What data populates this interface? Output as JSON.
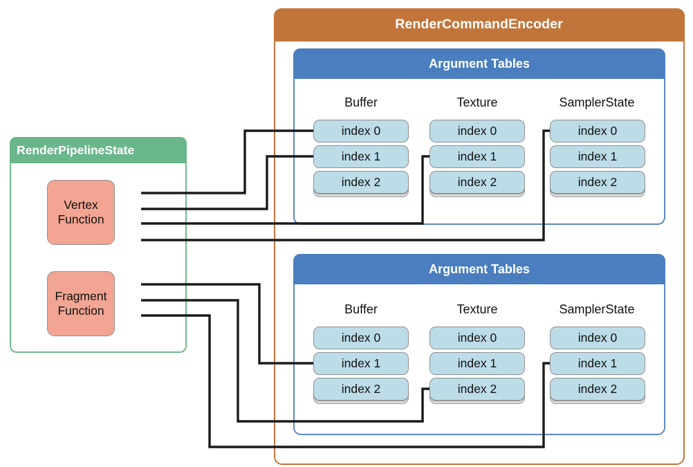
{
  "encoder": {
    "title": "RenderCommandEncoder",
    "color": "#C1753A"
  },
  "pipeline": {
    "title": "RenderPipelineState",
    "color": "#69B78A",
    "functions": [
      {
        "name": "vertex-function",
        "line1": "Vertex",
        "line2": "Function"
      },
      {
        "name": "fragment-function",
        "line1": "Fragment",
        "line2": "Function"
      }
    ]
  },
  "argument_tables": [
    {
      "title": "Argument Tables",
      "color": "#4A7EBE",
      "columns": [
        {
          "header": "Buffer",
          "entries": [
            "index 0",
            "index 1",
            "index 2"
          ]
        },
        {
          "header": "Texture",
          "entries": [
            "index 0",
            "index 1",
            "index 2"
          ]
        },
        {
          "header": "SamplerState",
          "entries": [
            "index 0",
            "index 1",
            "index 2"
          ]
        }
      ]
    },
    {
      "title": "Argument Tables",
      "color": "#4A7EBE",
      "columns": [
        {
          "header": "Buffer",
          "entries": [
            "index 0",
            "index 1",
            "index 2"
          ]
        },
        {
          "header": "Texture",
          "entries": [
            "index 0",
            "index 1",
            "index 2"
          ]
        },
        {
          "header": "SamplerState",
          "entries": [
            "index 0",
            "index 1",
            "index 2"
          ]
        }
      ]
    }
  ],
  "connections": [
    {
      "from": "Vertex Function",
      "to": "Argument Tables 1 / Buffer / index 0"
    },
    {
      "from": "Vertex Function",
      "to": "Argument Tables 1 / Buffer / index 1"
    },
    {
      "from": "Vertex Function",
      "to": "Argument Tables 1 / Texture / index 1"
    },
    {
      "from": "Vertex Function",
      "to": "Argument Tables 1 / SamplerState / index 0"
    },
    {
      "from": "Fragment Function",
      "to": "Argument Tables 2 / Buffer / index 1"
    },
    {
      "from": "Fragment Function",
      "to": "Argument Tables 2 / Texture / index 2"
    },
    {
      "from": "Fragment Function",
      "to": "Argument Tables 2 / SamplerState / index 1"
    }
  ],
  "palette": {
    "index_fill": "#BCDCE8",
    "function_fill": "#F2A593",
    "stack_shadow": "#DCDCDC",
    "wire": "#1A1A1A"
  }
}
